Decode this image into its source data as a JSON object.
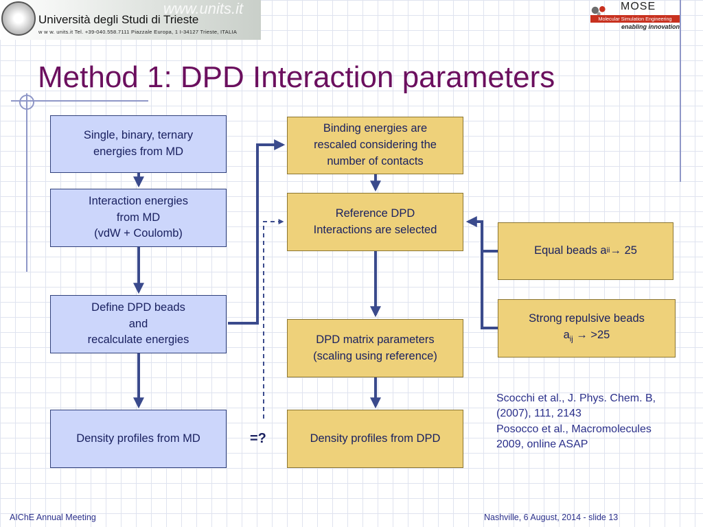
{
  "header": {
    "university_name": "Università degli Studi di Trieste",
    "contact_line": "w w w. units.it  Tel. +39-040.558.7111  Piazzale Europa, 1  I-34127 Trieste, ITALIA",
    "url_watermark": "www.units.it",
    "lab_name": "MOSE",
    "lab_subtitle": "Molecular Simulation Engineering",
    "lab_tagline": "enabling innovation"
  },
  "slide": {
    "title": "Method 1: DPD Interaction parameters"
  },
  "flow": {
    "md_energies": "Single, binary, ternary\nenergies from MD",
    "interaction_energies": "Interaction energies\nfrom MD\n(vdW + Coulomb)",
    "define_beads": "Define DPD beads\nand\nrecalculate energies",
    "density_md": "Density profiles from MD",
    "binding_energies": "Binding energies are\nrescaled considering the\nnumber of contacts",
    "reference_dpd": "Reference DPD\nInteractions are selected",
    "matrix_params": "DPD matrix parameters\n(scaling using reference)",
    "density_dpd": "Density profiles from DPD",
    "equal_beads": {
      "prefix": "Equal beads a",
      "subscript": "ii",
      "suffix": " → 25"
    },
    "strong_repulsive": {
      "line1": "Strong repulsive beads",
      "prefix": "a",
      "subscript": "ij",
      "suffix": " → >25"
    },
    "comparison_symbol": "=?"
  },
  "reference_note": "Scocchi et al., J. Phys. Chem. B, (2007), 111, 2143\nPosocco et al., Macromolecules 2009, online ASAP",
  "footer": {
    "left": "AIChE Annual Meeting",
    "right": "Nashville, 6 August, 2014 - slide 13"
  },
  "colors": {
    "title": "#6b0f5e",
    "blue_box": "#ccd6fb",
    "tan_box": "#eed17a",
    "arrow": "#3a4a8c",
    "text": "#1a2160"
  }
}
